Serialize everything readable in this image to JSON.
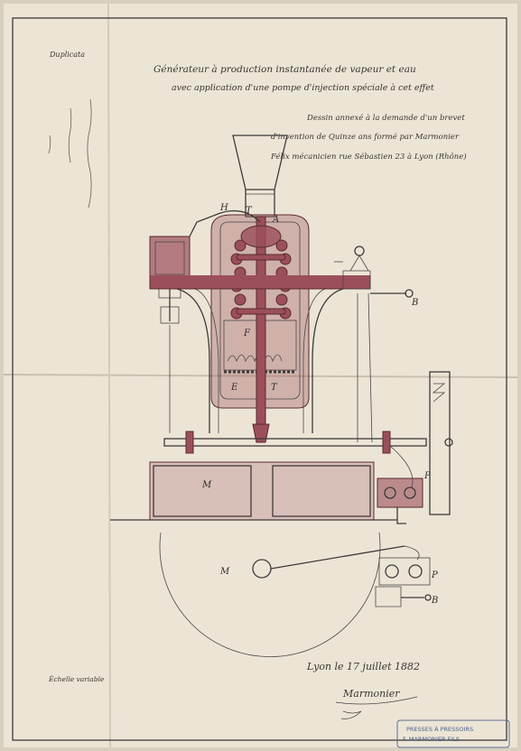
{
  "document": {
    "corner_note": "Duplicata",
    "title_line1": "Générateur à production instantanée de vapeur et eau",
    "title_line2": "avec application d'une pompe d'injection spéciale à cet effet",
    "subtitle_line1": "Dessin annexé à la demande d'un brevet",
    "subtitle_line2": "d'invention de Quinze ans formé par Marmonier",
    "subtitle_line3": "Félix mécanicien rue Sébastien 23 à Lyon (Rhône)",
    "place_date": "Lyon le 17 juillet 1882",
    "signature": "Marmonier",
    "scale_note": "Échelle variable",
    "stamp_line1": "PRESSES À PRESSOIRS",
    "stamp_line2": "F. MARMONIER FILS"
  },
  "drawing_labels": {
    "H": "H",
    "T_top": "T",
    "A": "A",
    "F": "F",
    "E": "E",
    "T_bottom": "T",
    "B_upper": "B",
    "M_base": "M",
    "M_wheel": "M",
    "P_upper": "P",
    "P_lower": "P",
    "B_lower": "B"
  },
  "colors": {
    "paper": "#ece5d6",
    "ink": "#3d3a3a",
    "wash_red": "#9b4f5a"
  }
}
